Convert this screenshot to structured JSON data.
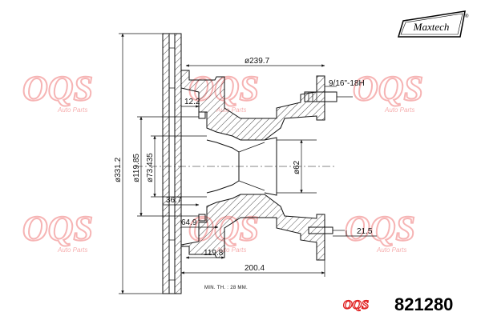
{
  "brand": {
    "logo_text": "Maxtech",
    "logo_mark": "®",
    "watermark_text": "OQS",
    "watermark_subtitle": "Auto Parts",
    "watermark_color": "#f07878",
    "footer_logo_text": "OQS"
  },
  "part_number": "821280",
  "note": "MIN. TH. : 28 MM.",
  "dimensions": {
    "d239_7": "ø239.7",
    "thread": "9/16\"-18H",
    "d12_2": "12.2",
    "d331_2": "ø331.2",
    "d119_85": "ø119.85",
    "d73_435": "ø73.435",
    "d62": "ø62",
    "d36_7": "36.7",
    "d64_9": "64.9",
    "d21_5": "21.5",
    "d119_8": "119.8",
    "d200_4": "200.4"
  }
}
